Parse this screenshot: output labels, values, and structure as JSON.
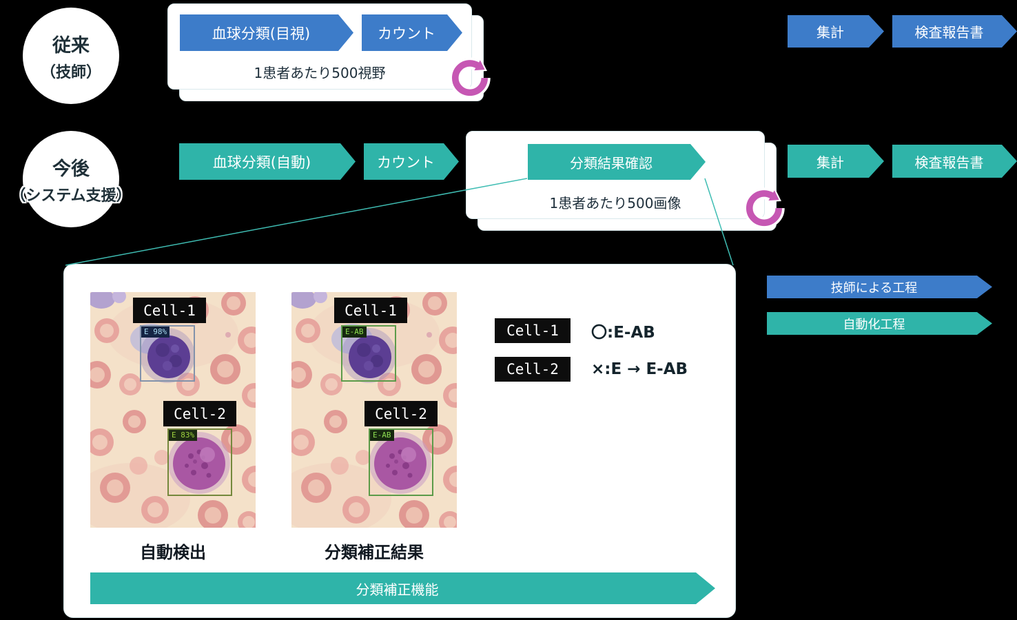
{
  "traditional": {
    "actor": {
      "line1": "従来",
      "line2": "（技師）"
    },
    "steps": [
      "血球分類(目視)",
      "カウント"
    ],
    "note": "1患者あたり500視野",
    "tails": [
      "集計",
      "検査報告書"
    ]
  },
  "future": {
    "actor": {
      "line1": "今後",
      "line2": "（システム支援）"
    },
    "steps": [
      "血球分類(自動)",
      "カウント"
    ],
    "confirm": "分類結果確認",
    "note": "1患者あたり500画像",
    "tails": [
      "集計",
      "検査報告書"
    ]
  },
  "legend": {
    "manual": "技師による工程",
    "auto": "自動化工程"
  },
  "detail": {
    "auto_detect": {
      "caption": "自動検出",
      "cell1": {
        "label": "Cell-1",
        "tag": "E 98%"
      },
      "cell2": {
        "label": "Cell-2",
        "tag": "E 83%"
      }
    },
    "corrected": {
      "caption": "分類補正結果",
      "cell1": {
        "label": "Cell-1",
        "tag": "E-AB"
      },
      "cell2": {
        "label": "Cell-2",
        "tag": "E-AB"
      }
    },
    "results": [
      {
        "label": "Cell-1",
        "value": "〇:E-AB"
      },
      {
        "label": "Cell-2",
        "value": "×:E → E-AB"
      }
    ],
    "banner": "分類補正機能"
  },
  "colors": {
    "manual_blue": "#3D7CC9",
    "auto_teal": "#2FB4A9",
    "loop_magenta": "#C657B3"
  }
}
